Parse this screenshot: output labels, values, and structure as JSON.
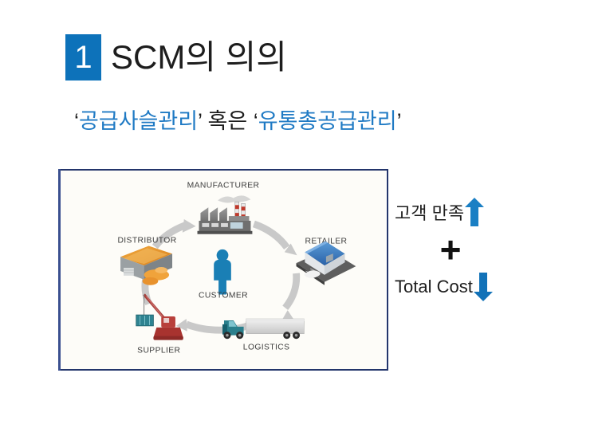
{
  "slide": {
    "number": "1",
    "title": "SCM의 의의",
    "subtitle": {
      "quote_open_1": "‘",
      "term_1": "공급사슬관리",
      "quote_close_1": "’",
      "connector": " 혹은 ",
      "quote_open_2": "‘",
      "term_2": "유통총공급관리",
      "quote_close_2": "’"
    },
    "colors": {
      "badge_blue": "#0d72ba",
      "subtitle_blue": "#1f7ac4",
      "frame_navy": "#23356b",
      "arrow_blue": "#1a7fc4",
      "text_dark": "#1d1d1d"
    }
  },
  "figure": {
    "title": "SCM cycle diagram",
    "nodes": [
      {
        "id": "manufacturer",
        "label": "MANUFACTURER",
        "icon": "factory-icon",
        "color": "#7f7f7f"
      },
      {
        "id": "retailer",
        "label": "RETAILER",
        "icon": "store-icon",
        "color": "#2f6fb5"
      },
      {
        "id": "logistics",
        "label": "LOGISTICS",
        "icon": "truck-icon",
        "color": "#3b8e97"
      },
      {
        "id": "supplier",
        "label": "SUPPLIER",
        "icon": "crane-icon",
        "color": "#b03a38"
      },
      {
        "id": "distributor",
        "label": "DISTRIBUTOR",
        "icon": "warehouse-icon",
        "color": "#e8922d"
      },
      {
        "id": "customer",
        "label": "CUSTOMER",
        "icon": "person-icon",
        "color": "#1a7fb5"
      }
    ]
  },
  "annotations": {
    "satisfaction_label": "고객 만족",
    "satisfaction_arrow": "arrow-up-icon",
    "operator": "+",
    "cost_label": "Total Cost",
    "cost_arrow": "arrow-down-icon"
  }
}
